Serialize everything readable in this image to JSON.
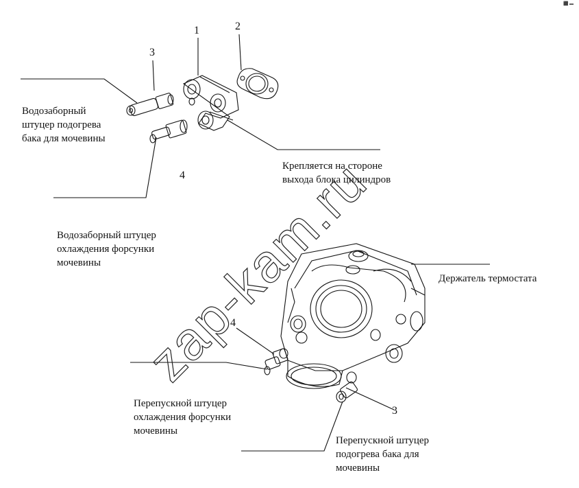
{
  "labels": {
    "left_top": "Водозаборный\nштуцер подогрева\nбака для мочевины",
    "right_top": "Крепляется на стороне\nвыхода блока цилиндров",
    "left_mid": "Водозаборный штуцер\nохлаждения форсунки\nмочевины",
    "thermostat": "Держатель термостата",
    "bottom_left": "Перепускной   штуцер\nохлаждения форсунки\nмочевины",
    "bottom_right": "Перепускной   штуцер\nподогрева бака для\nмочевины"
  },
  "numbers": {
    "n1": "1",
    "n2": "2",
    "n3_top": "3",
    "n4_top": "4",
    "n4_bottom": "4",
    "n3_bottom": "3"
  },
  "watermark": "zap-kam.ru",
  "corner_mark": "⬛ ▬"
}
